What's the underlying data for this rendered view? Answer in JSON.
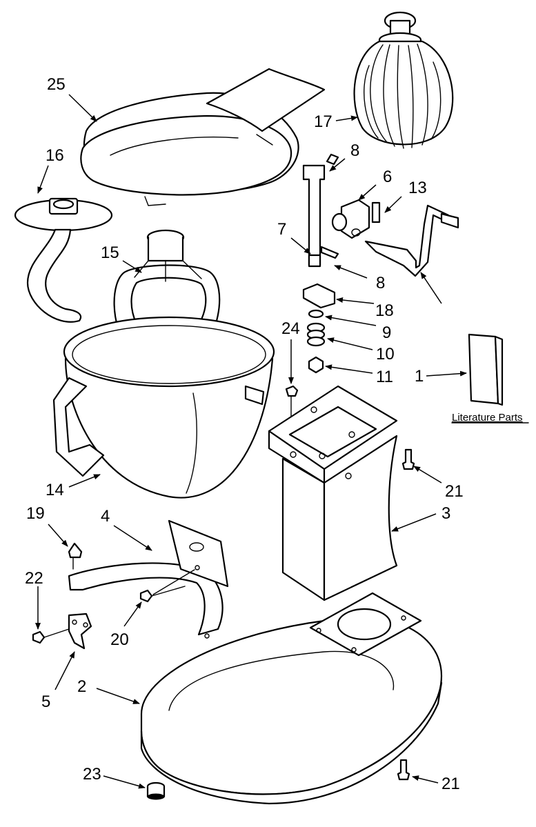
{
  "diagram": {
    "callouts": [
      {
        "id": "25",
        "label": "25"
      },
      {
        "id": "16",
        "label": "16"
      },
      {
        "id": "15",
        "label": "15"
      },
      {
        "id": "17",
        "label": "17"
      },
      {
        "id": "8a",
        "label": "8"
      },
      {
        "id": "6",
        "label": "6"
      },
      {
        "id": "13",
        "label": "13"
      },
      {
        "id": "7",
        "label": "7"
      },
      {
        "id": "8b",
        "label": "8"
      },
      {
        "id": "18",
        "label": "18"
      },
      {
        "id": "9",
        "label": "9"
      },
      {
        "id": "24",
        "label": "24"
      },
      {
        "id": "10",
        "label": "10"
      },
      {
        "id": "11",
        "label": "11"
      },
      {
        "id": "1",
        "label": "1"
      },
      {
        "id": "21a",
        "label": "21"
      },
      {
        "id": "3",
        "label": "3"
      },
      {
        "id": "14",
        "label": "14"
      },
      {
        "id": "19",
        "label": "19"
      },
      {
        "id": "4",
        "label": "4"
      },
      {
        "id": "22",
        "label": "22"
      },
      {
        "id": "20",
        "label": "20"
      },
      {
        "id": "2",
        "label": "2"
      },
      {
        "id": "5",
        "label": "5"
      },
      {
        "id": "23",
        "label": "23"
      },
      {
        "id": "21b",
        "label": "21"
      }
    ],
    "literature_label": "Literature Parts"
  }
}
